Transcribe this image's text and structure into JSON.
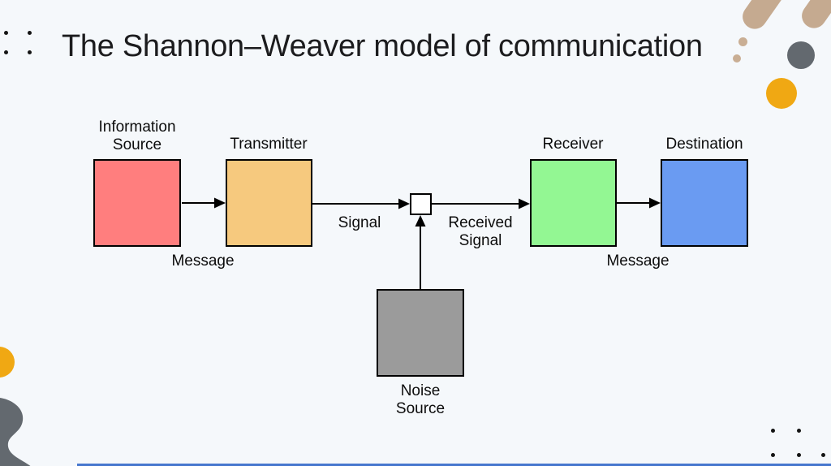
{
  "slide": {
    "title": "The Shannon–Weaver model of communication",
    "background_color": "#f5f8fb"
  },
  "diagram": {
    "nodes": {
      "information_source": {
        "label_line1": "Information",
        "label_line2": "Source",
        "color": "#ff7e7e"
      },
      "transmitter": {
        "label": "Transmitter",
        "color": "#f6c97e"
      },
      "channel": {
        "label": "",
        "color": "#ffffff"
      },
      "receiver": {
        "label": "Receiver",
        "color": "#93f793"
      },
      "destination": {
        "label": "Destination",
        "color": "#6a9bf2"
      },
      "noise_source": {
        "label_line1": "Noise",
        "label_line2": "Source",
        "color": "#9b9b9b"
      }
    },
    "labels": {
      "message_left": "Message",
      "signal": "Signal",
      "received_line1": "Received",
      "received_line2": "Signal",
      "message_right": "Message"
    }
  },
  "decor": {
    "tan_color": "#c5aa90",
    "gray_color": "#63696f",
    "amber_color": "#f0a813",
    "dot_color": "#141414",
    "bottom_line_color": "#4677ce"
  }
}
